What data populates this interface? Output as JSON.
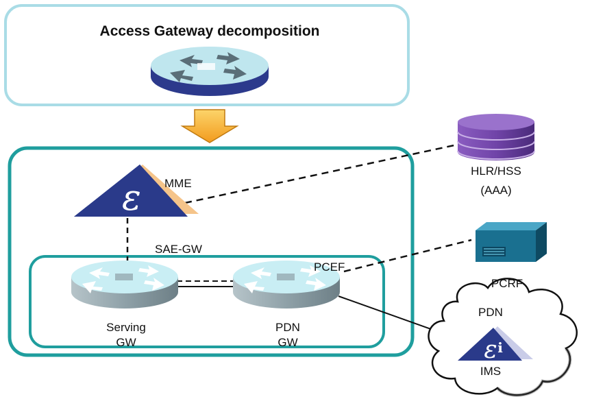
{
  "title": "Access Gateway decomposition",
  "labels": {
    "mme": "MME",
    "sae_gw": "SAE-GW",
    "pcef": "PCEF",
    "serving": "Serving",
    "serving_gw": "GW",
    "pdn": "PDN",
    "pdn_gw": "GW",
    "hlr": "HLR/HSS",
    "aaa": "(AAA)",
    "pcrf": "PCRF",
    "cloud_pdn": "PDN",
    "ims": "IMS"
  },
  "icons": [
    "router-icon",
    "mme-triangle-icon",
    "database-icon",
    "server-icon",
    "cloud-icon",
    "ims-triangle-icon",
    "down-arrow-icon"
  ],
  "colors": {
    "top_box_border": "#a9dce6",
    "gateway_box_border": "#1f9e9e",
    "router_top": "#bfe6ee",
    "router_side": "#8aa0a8",
    "router_base_blue": "#2c3a8c",
    "mme_triangle": "#2a3a8a",
    "mme_accent": "#f5c48a",
    "database": "#6a3a9a",
    "server": "#1a7090",
    "arrow": "#f7a823"
  }
}
